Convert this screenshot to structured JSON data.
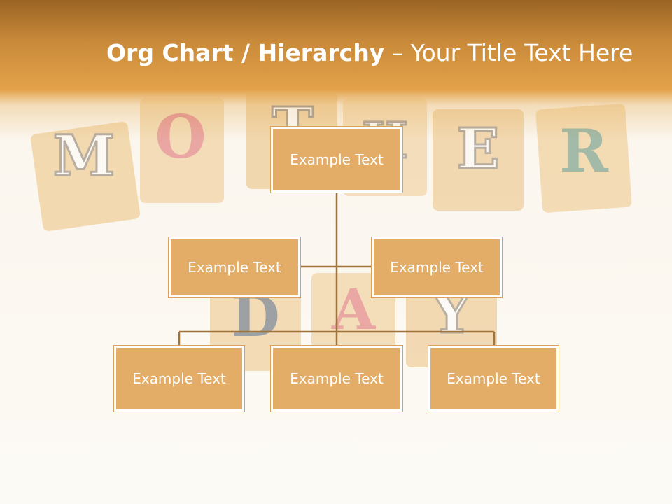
{
  "title": {
    "part1": "Org Chart / Hierarchy",
    "dash": " – ",
    "part2": "Your Title Text Here"
  },
  "background_letters": [
    "M",
    "O",
    "T",
    "H",
    "E",
    "R",
    "D",
    "A",
    "Y"
  ],
  "org": {
    "root": "Example Text",
    "assistant_left": "Example Text",
    "assistant_right": "Example Text",
    "children": [
      "Example Text",
      "Example Text",
      "Example Text"
    ]
  },
  "colors": {
    "header_dark": "#9a6424",
    "header_light": "#e3a24a",
    "node_fill": "#e3ac67",
    "node_text": "#ffffff",
    "connector": "#a0733a"
  }
}
